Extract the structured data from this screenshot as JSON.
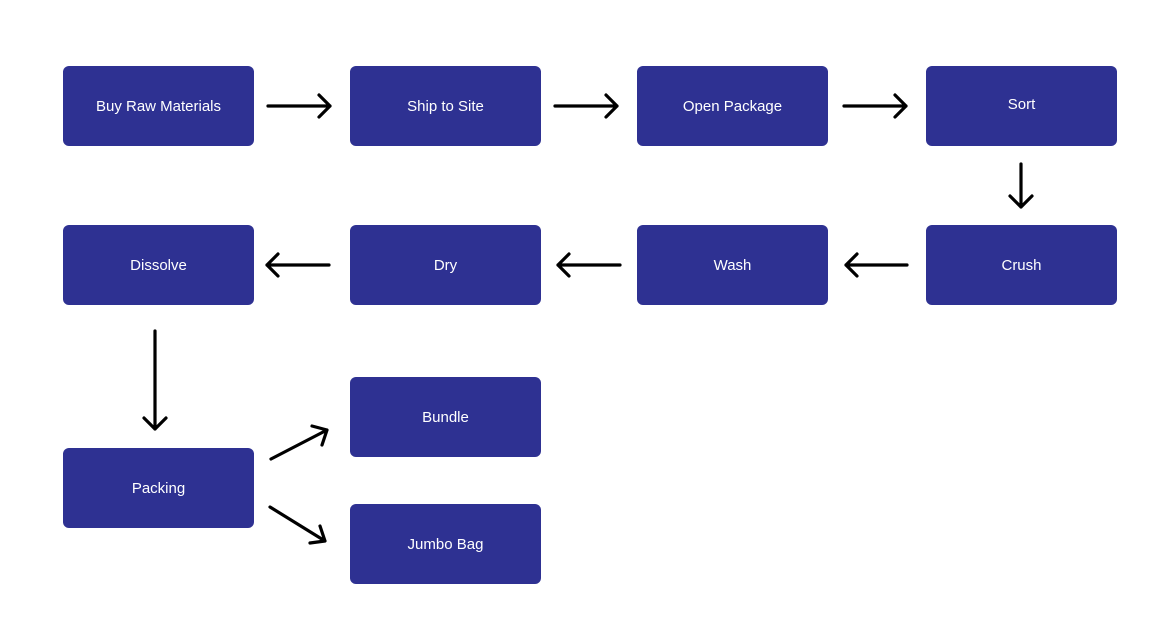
{
  "diagram": {
    "node_color": "#2e3192",
    "text_color": "#ffffff",
    "arrow_color": "#000000",
    "nodes": {
      "buy_raw_materials": "Buy Raw Materials",
      "ship_to_site": "Ship to Site",
      "open_package": "Open Package",
      "sort": "Sort",
      "crush": "Crush",
      "wash": "Wash",
      "dry": "Dry",
      "dissolve": "Dissolve",
      "packing": "Packing",
      "bundle": "Bundle",
      "jumbo_bag": "Jumbo Bag"
    },
    "edges": [
      [
        "Buy Raw Materials",
        "Ship to Site"
      ],
      [
        "Ship to Site",
        "Open Package"
      ],
      [
        "Open Package",
        "Sort"
      ],
      [
        "Sort",
        "Crush"
      ],
      [
        "Crush",
        "Wash"
      ],
      [
        "Wash",
        "Dry"
      ],
      [
        "Dry",
        "Dissolve"
      ],
      [
        "Dissolve",
        "Packing"
      ],
      [
        "Packing",
        "Bundle"
      ],
      [
        "Packing",
        "Jumbo Bag"
      ]
    ]
  }
}
